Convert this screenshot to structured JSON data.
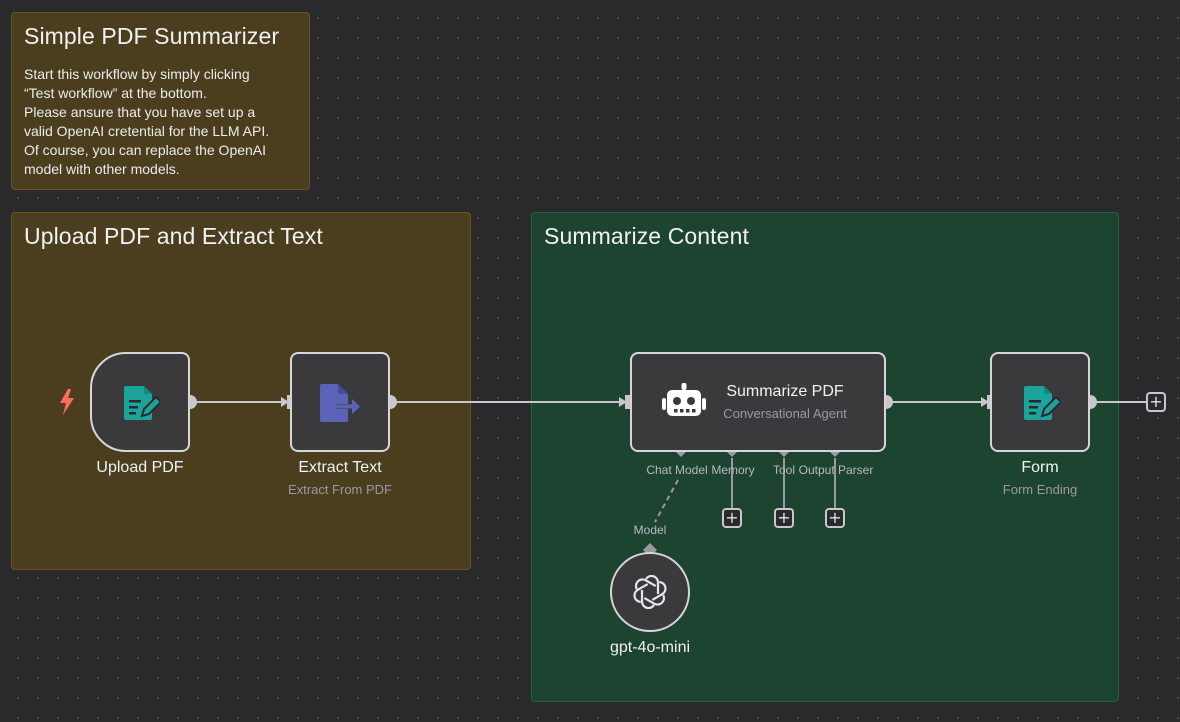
{
  "sticky_intro": {
    "title": "Simple PDF Summarizer",
    "body": "Start this workflow by simply clicking\n“Test workflow” at the bottom.\nPlease ansure that you have set up a\nvalid OpenAI cretential for the LLM API.\nOf course, you can replace the OpenAI\nmodel with other models."
  },
  "sticky_upload": {
    "title": "Upload PDF and Extract Text"
  },
  "sticky_summarize": {
    "title": "Summarize Content"
  },
  "nodes": {
    "upload_pdf": {
      "label": "Upload PDF",
      "icon": "form-icon"
    },
    "extract_text": {
      "label": "Extract Text",
      "subtitle": "Extract From PDF",
      "icon": "file-export-icon"
    },
    "summarize_pdf": {
      "label": "Summarize PDF",
      "subtitle": "Conversational Agent",
      "icon": "robot-icon"
    },
    "form": {
      "label": "Form",
      "subtitle": "Form Ending",
      "icon": "form-icon"
    },
    "model": {
      "label": "gpt-4o-mini",
      "icon": "openai-icon"
    }
  },
  "agent_ports": {
    "chat_model": "Chat Model",
    "memory": "Memory",
    "tool": "Tool",
    "output_parser": "Output Parser",
    "model": "Model"
  },
  "colors": {
    "canvas": "#2a2a2c",
    "sticky_yellow": "#4b3e1e",
    "sticky_green": "#1c4430",
    "node_fill": "#3a3a3c",
    "node_border": "#d6d6da",
    "form_icon": "#1ba39c",
    "extract_icon": "#5b63b7",
    "trigger_bolt": "#ff6d5a"
  }
}
